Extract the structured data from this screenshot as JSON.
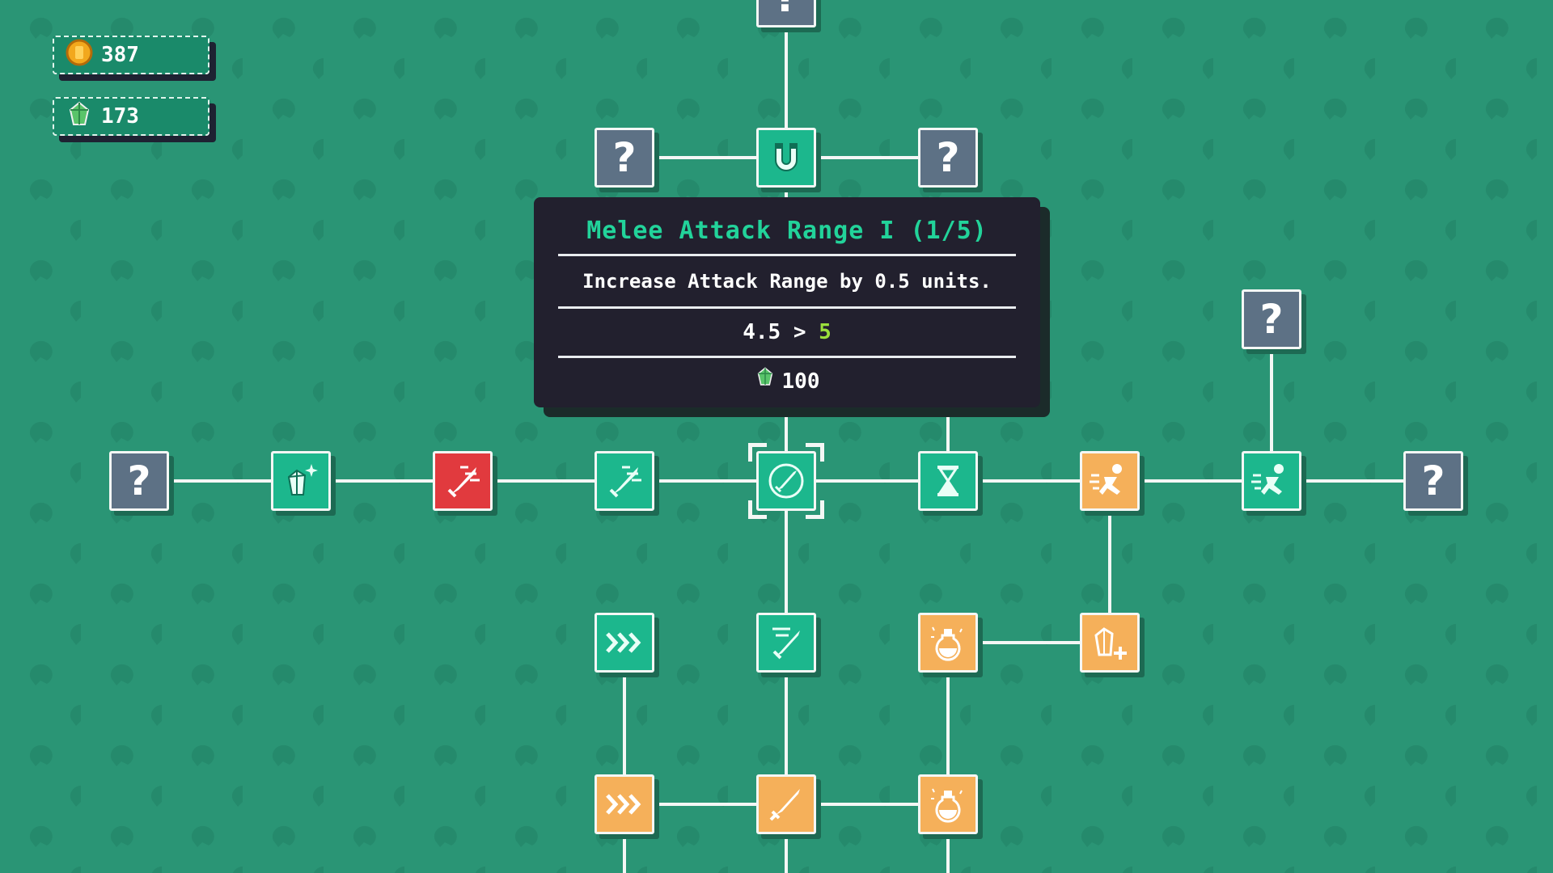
{
  "hud": {
    "coins": {
      "icon": "coin-icon",
      "value": "387"
    },
    "gems": {
      "icon": "gem-icon",
      "value": "173"
    }
  },
  "tooltip": {
    "title": "Melee Attack Range I (1/5)",
    "description": "Increase Attack Range by 0.5 units.",
    "current_value": "4.5",
    "arrow": ">",
    "next_value": "5",
    "cost_icon": "gem-icon",
    "cost": "100"
  },
  "nodes": [
    {
      "id": "top-offscreen",
      "state": "locked",
      "icon": "question-icon",
      "label": "?"
    },
    {
      "id": "top-left",
      "state": "locked",
      "icon": "question-icon",
      "label": "?"
    },
    {
      "id": "magnet",
      "state": "unlocked",
      "icon": "magnet-icon"
    },
    {
      "id": "top-right",
      "state": "locked",
      "icon": "question-icon",
      "label": "?"
    },
    {
      "id": "far-right-top",
      "state": "locked",
      "icon": "question-icon",
      "label": "?"
    },
    {
      "id": "left-end",
      "state": "locked",
      "icon": "question-icon",
      "label": "?"
    },
    {
      "id": "crystal-star",
      "state": "unlocked",
      "icon": "crystal-sparkle-icon"
    },
    {
      "id": "attack-speed-red",
      "state": "red",
      "icon": "speed-sword-icon"
    },
    {
      "id": "attack-speed",
      "state": "unlocked",
      "icon": "speed-sword-icon"
    },
    {
      "id": "melee-attack-range",
      "state": "unlocked",
      "icon": "sword-circle-icon",
      "selected": true
    },
    {
      "id": "cooldown",
      "state": "unlocked",
      "icon": "hourglass-icon"
    },
    {
      "id": "dash-gold",
      "state": "maxed",
      "icon": "running-figure-icon"
    },
    {
      "id": "dash",
      "state": "unlocked",
      "icon": "running-figure-icon"
    },
    {
      "id": "right-end",
      "state": "locked",
      "icon": "question-icon",
      "label": "?"
    },
    {
      "id": "move-speed",
      "state": "unlocked",
      "icon": "chevrons-icon"
    },
    {
      "id": "sword-swing",
      "state": "unlocked",
      "icon": "sword-slash-icon"
    },
    {
      "id": "potion-gold-1",
      "state": "maxed",
      "icon": "potion-icon"
    },
    {
      "id": "crystal-plus",
      "state": "maxed",
      "icon": "crystal-plus-icon"
    },
    {
      "id": "move-speed-gold",
      "state": "maxed",
      "icon": "chevrons-icon"
    },
    {
      "id": "sword-gold",
      "state": "maxed",
      "icon": "sword-icon"
    },
    {
      "id": "potion-gold-2",
      "state": "maxed",
      "icon": "potion-icon"
    }
  ],
  "colors": {
    "background": "#2a9575",
    "locked": "#5d7185",
    "unlocked": "#1cb78d",
    "maxed": "#f5b05a",
    "red": "#e13a3e",
    "tooltip": "#22202e",
    "tooltip_title": "#22d39a",
    "next_value": "#9be03c"
  }
}
